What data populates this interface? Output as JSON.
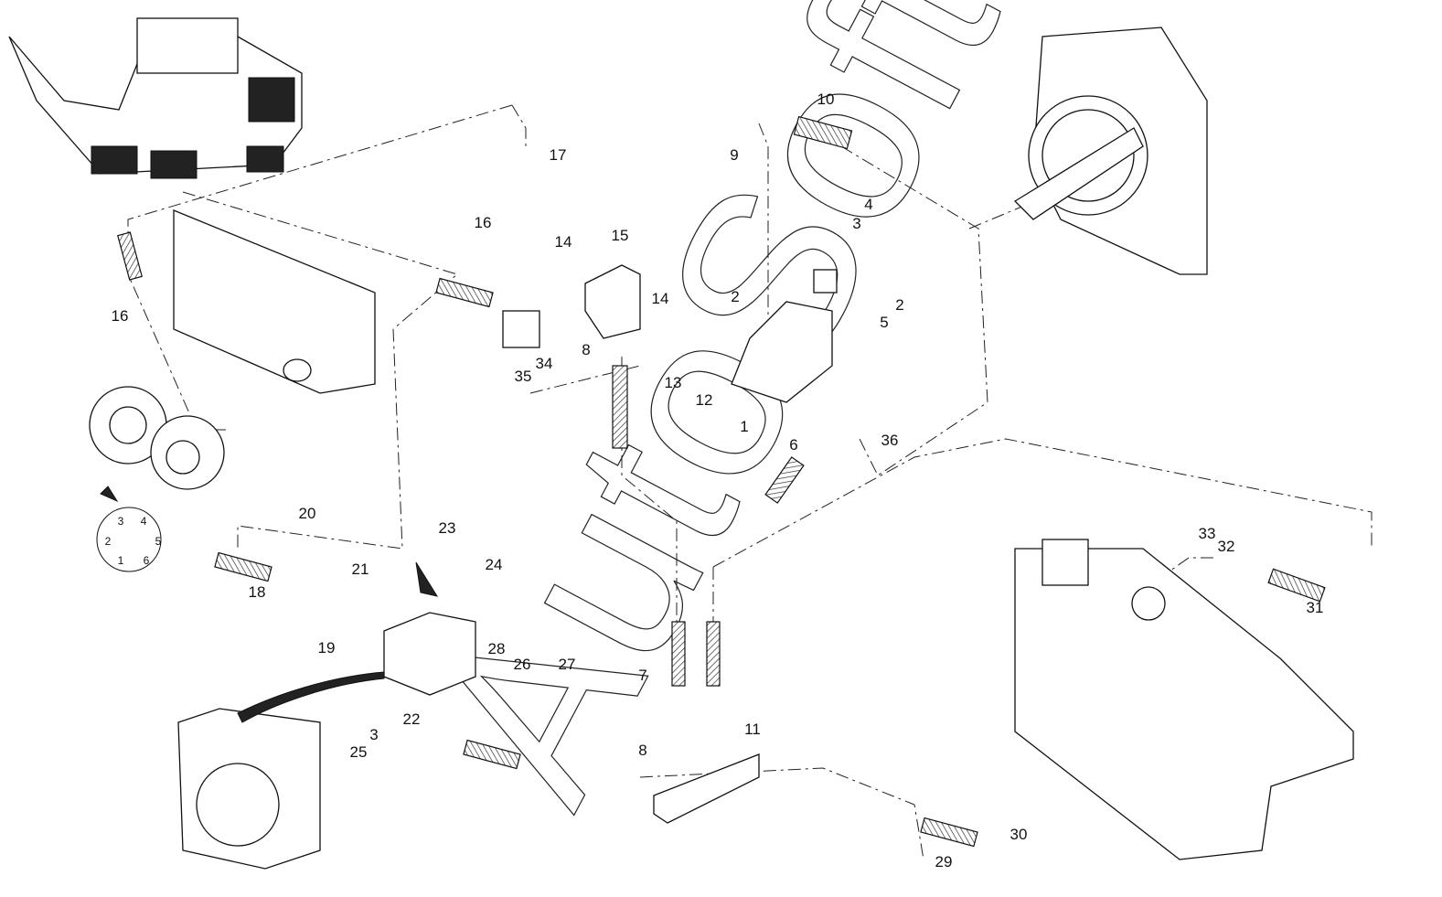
{
  "diagram": {
    "watermark": "AutoSoft",
    "callouts": [
      "17",
      "16",
      "14",
      "15",
      "14",
      "8",
      "35",
      "34",
      "13",
      "12",
      "1",
      "2",
      "3",
      "4",
      "5",
      "2",
      "10",
      "9",
      "6",
      "36",
      "16",
      "20",
      "18",
      "21",
      "19",
      "23",
      "24",
      "28",
      "26",
      "27",
      "22",
      "25",
      "3",
      "7",
      "8",
      "11",
      "29",
      "30",
      "33",
      "32",
      "31"
    ],
    "position_dial": [
      "3",
      "4",
      "2",
      "5",
      "1",
      "6"
    ]
  }
}
